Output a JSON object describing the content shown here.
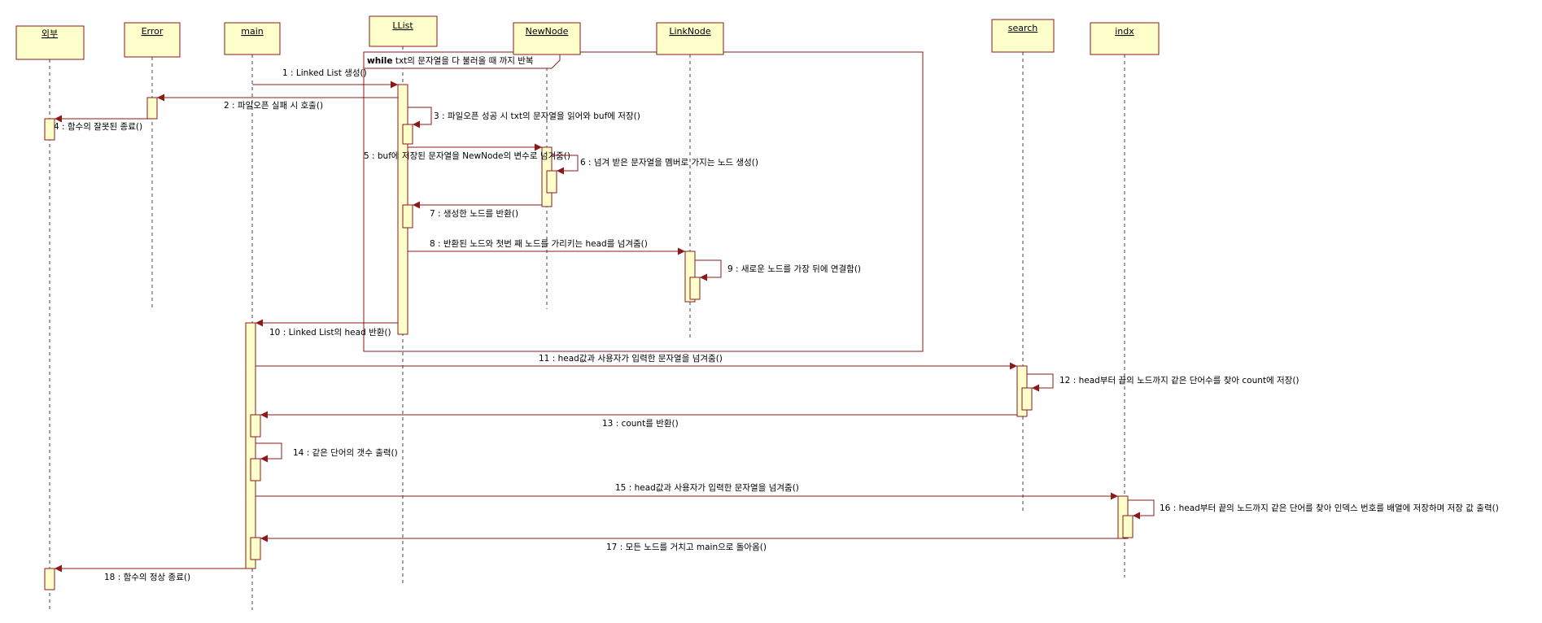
{
  "objects": [
    {
      "id": "external",
      "label": "외부"
    },
    {
      "id": "error",
      "label": "Error"
    },
    {
      "id": "main",
      "label": "main"
    },
    {
      "id": "llist",
      "label": "LList"
    },
    {
      "id": "newnode",
      "label": "NewNode"
    },
    {
      "id": "linknode",
      "label": "LinkNode"
    },
    {
      "id": "search",
      "label": "search"
    },
    {
      "id": "indx",
      "label": "indx"
    }
  ],
  "loop_frame": {
    "keyword": "while",
    "condition": " txt의 문자열을 다 불러올 때 까지 반복"
  },
  "messages": [
    {
      "label": "1 : Linked List 생성()"
    },
    {
      "label": "2 : 파일오픈 실패 시 호출()"
    },
    {
      "label": "3 : 파일오픈 성공 시 txt의 문자열을 읽어와 buf에 저장()"
    },
    {
      "label": "4 : 함수의 잘못된 종료()"
    },
    {
      "label": "5 : buf에 저장된 문자열을 NewNode의 변수로 넘겨줌()"
    },
    {
      "label": "6 : 넘겨 받은 문자열을 멤버로 가지는 노드 생성()"
    },
    {
      "label": "7 : 생성한 노드를 반환()"
    },
    {
      "label": "8 : 반환된 노드와 첫번 째 노드를 가리키는 head를 넘겨줌()"
    },
    {
      "label": "9 : 새로운 노드를 가장 뒤에 연결함()"
    },
    {
      "label": "10 : Linked List의 head 반환()"
    },
    {
      "label": "11 : head값과 사용자가 입력한 문자열을 넘겨줌()"
    },
    {
      "label": "12 : head부터 끝의 노드까지 같은 단어수를 찾아 count에 저장()"
    },
    {
      "label": "13 : count를 반환()"
    },
    {
      "label": "14 : 같은 단어의 갯수 출력()"
    },
    {
      "label": "15 : head값과 사용자가 입력한 문자열을 넘겨줌()"
    },
    {
      "label": "16 : head부터 끝의 노드까지 같은 단어를 찾아 인덱스 번호를 배열에 저장하며 저장 값 출력()"
    },
    {
      "label": "17 : 모든 노드를 거치고 main으로 돌아옴()"
    },
    {
      "label": "18 : 함수의 정상 종료()"
    }
  ],
  "colors": {
    "line": "#8b1a1a",
    "fill": "#ffffcc"
  }
}
